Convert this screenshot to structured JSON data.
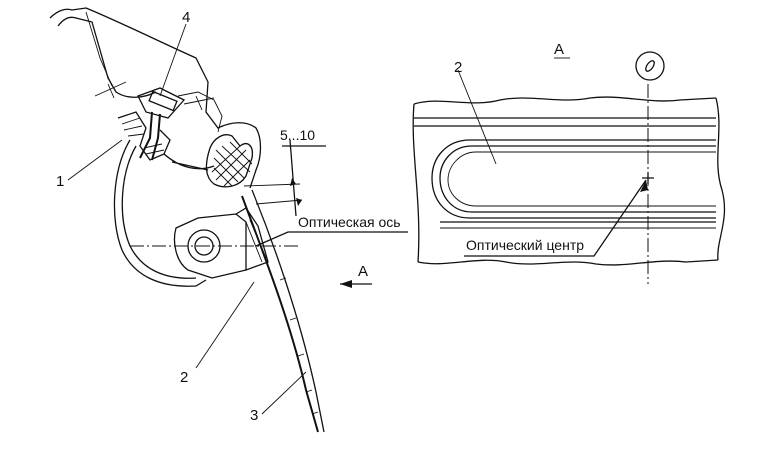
{
  "callouts": {
    "c1": "1",
    "c2_left": "2",
    "c3": "3",
    "c4": "4",
    "c2_right": "2"
  },
  "dimension": "5...10",
  "optical_axis": "Оптическая ось",
  "view_arrow_letter": "A",
  "view_title": "A",
  "optical_center": "Оптический центр",
  "colors": {
    "ink": "#111111",
    "paper": "#ffffff"
  }
}
